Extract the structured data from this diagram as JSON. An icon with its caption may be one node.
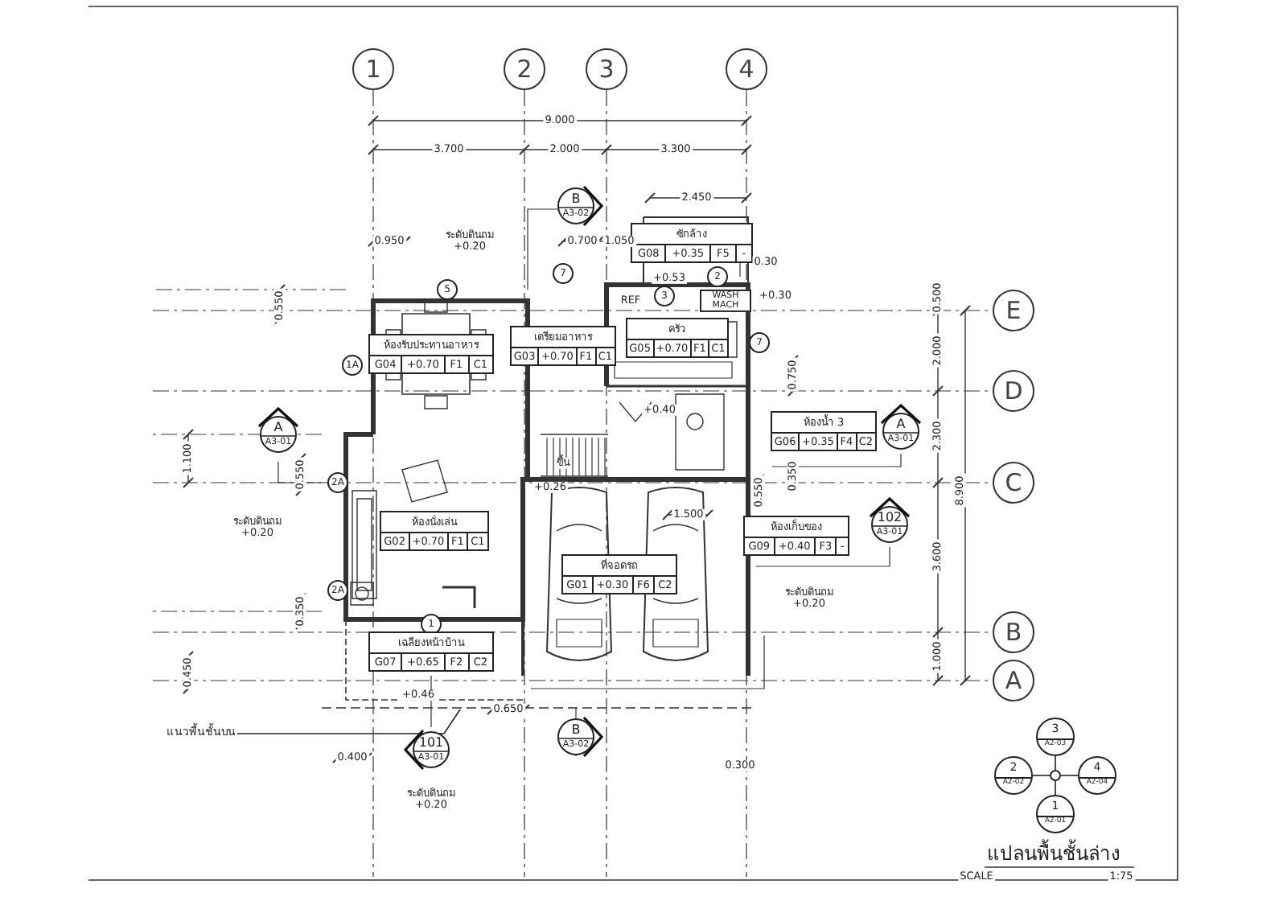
{
  "diagram": {
    "title": "แปลนพื้นชั้นล่าง",
    "nodes": [
      {
        "text": [
          "1"
        ]
      },
      {
        "text": [
          "2"
        ]
      },
      {
        "text": [
          "3"
        ]
      },
      {
        "text": [
          "4"
        ]
      },
      {
        "text": [
          "E"
        ]
      },
      {
        "text": [
          "D"
        ]
      },
      {
        "text": [
          "C"
        ]
      },
      {
        "text": [
          "B"
        ]
      },
      {
        "text": [
          "A"
        ]
      },
      {
        "text": [
          "B",
          "A3-02"
        ]
      },
      {
        "text": [
          "ซักล้าง",
          "G08",
          "+0.35",
          "F5",
          "-"
        ]
      },
      {
        "text": [
          "เตรียมอาหาร",
          "G03",
          "+0.70",
          "F1",
          "C1"
        ]
      },
      {
        "text": [
          "ห้องรับประทานอาหาร",
          "G04",
          "+0.70",
          "F1",
          "C1"
        ]
      },
      {
        "text": [
          "ครัว",
          "G05",
          "+0.70",
          "F1",
          "C1"
        ]
      },
      {
        "text": [
          "A",
          "A3-01"
        ]
      },
      {
        "text": [
          "ห้องน้ำ 3",
          "G06",
          "+0.35",
          "F4",
          "C2"
        ]
      },
      {
        "text": [
          "A",
          "A3-01"
        ]
      },
      {
        "text": [
          "ห้องนั่งเล่น",
          "G02",
          "+0.70",
          "F1",
          "C1"
        ]
      },
      {
        "text": [
          "ห้องเก็บของ",
          "G09",
          "+0.40",
          "F3",
          "-"
        ]
      },
      {
        "text": [
          "102",
          "A3-01"
        ]
      },
      {
        "text": [
          "ที่จอดรถ",
          "G01",
          "+0.30",
          "F6",
          "C2"
        ]
      },
      {
        "text": [
          "เฉลียงหน้าบ้าน",
          "G07",
          "+0.65",
          "F2",
          "C2"
        ],
        "beside": [
          "1"
        ]
      },
      {
        "text": [
          "แนวพื้นชั้นบน"
        ]
      },
      {
        "text": [
          "101",
          "A3-01"
        ]
      },
      {
        "text": [
          "B",
          "A3-02"
        ]
      },
      {
        "text": [
          "3",
          "A2-03"
        ]
      },
      {
        "text": [
          "2",
          "A2-02"
        ]
      },
      {
        "text": [],
        "shape": "circle"
      },
      {
        "text": [
          "4",
          "A2-04"
        ]
      },
      {
        "text": [
          "1",
          "A2-01"
        ]
      }
    ],
    "edges": [
      {
        "from": 27,
        "to": 25,
        "arrow": "none"
      },
      {
        "from": 27,
        "to": 26,
        "arrow": "none"
      },
      {
        "from": 27,
        "to": 28,
        "arrow": "none"
      },
      {
        "from": 27,
        "to": 29,
        "arrow": "none"
      },
      {
        "from": 22,
        "to": null,
        "arrow": "none"
      }
    ],
    "labels": [
      "9.000",
      "3.700",
      "2.000",
      "3.300",
      "2.450",
      "0.950",
      "ระดับดินถม +0.20",
      "0.700",
      "1.050",
      "+0.53",
      "+0.30",
      "0.30",
      "5",
      "7",
      "3",
      "2",
      "REF",
      "WASH MACH",
      "0.550",
      "7",
      "1A",
      "0.750",
      "+0.40",
      "ขึ้น",
      "2A",
      "1.100",
      "0.550",
      "0.350",
      "0.550",
      "+0.26",
      "1.500",
      "ระดับดินถม +0.20",
      "2A",
      "0.350",
      "ระดับดินถม +0.20",
      "+0.46",
      "0.450",
      "0.650",
      "0.400",
      "0.300",
      "ระดับดินถม +0.20",
      "0.500",
      "2.000",
      "2.300",
      "8.900",
      "3.600",
      "1.000",
      "SCALE",
      "1:75"
    ]
  }
}
